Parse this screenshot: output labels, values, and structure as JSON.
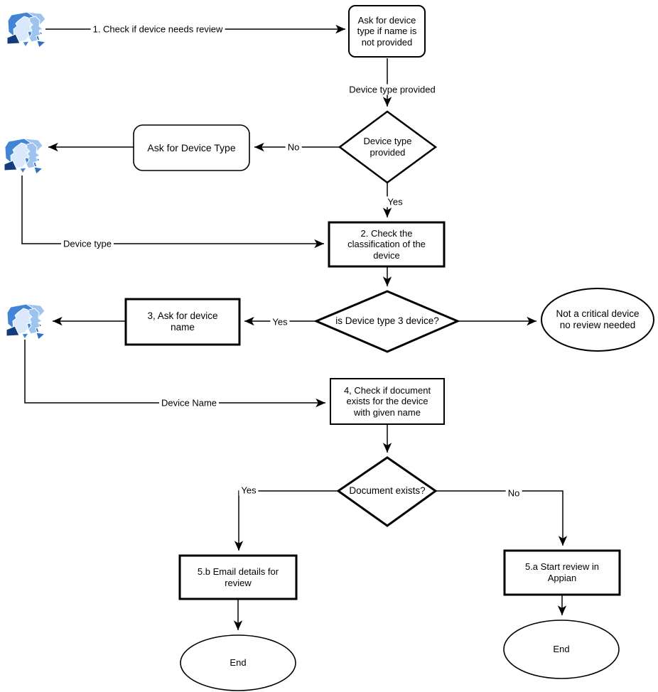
{
  "colors": {
    "stroke": "#000000",
    "bg": "#ffffff",
    "icon_mid": "#4285d6",
    "icon_light": "#9dc4ef",
    "icon_pale": "#d9e8fa",
    "icon_face": "#c2d9f4",
    "icon_bright": "#2f6fc4",
    "icon_dark": "#133c7d"
  },
  "icons": {
    "actor_icon": "users-people-mosaic"
  },
  "nodes": {
    "ask_type_if_no_name": {
      "label": "Ask for device\ntype if name is\nnot provided",
      "shape": "rounded-rectangle"
    },
    "device_type_provided_decision": {
      "label": "Device type\nprovided",
      "shape": "diamond"
    },
    "ask_for_device_type": {
      "label": "Ask for Device Type",
      "shape": "rounded-rectangle"
    },
    "check_classification": {
      "label": "2. Check the\nclassification of the\ndevice",
      "shape": "rectangle"
    },
    "is_type3_decision": {
      "label": "is Device type 3 device?",
      "shape": "diamond"
    },
    "ask_device_name": {
      "label": "3, Ask for device\nname",
      "shape": "rectangle"
    },
    "not_critical": {
      "label": "Not a critical device\nno review needed",
      "shape": "ellipse"
    },
    "check_document": {
      "label": "4, Check if document\nexists for the device\nwith given name",
      "shape": "rectangle"
    },
    "document_exists_decision": {
      "label": "Document exists?",
      "shape": "diamond"
    },
    "email_details": {
      "label": "5.b Email details for\nreview",
      "shape": "rectangle"
    },
    "start_review_appian": {
      "label": "5.a Start review in\nAppian",
      "shape": "rectangle"
    },
    "end_left": {
      "label": "End",
      "shape": "ellipse"
    },
    "end_right": {
      "label": "End",
      "shape": "ellipse"
    }
  },
  "edge_labels": {
    "check_if_review": "1. Check if device needs review",
    "device_type_provided": "Device type provided",
    "no_1": "No",
    "yes_1": "Yes",
    "device_type": "Device type",
    "yes_2": "Yes",
    "device_name": "Device Name",
    "yes_3": "Yes",
    "no_3": "No"
  }
}
